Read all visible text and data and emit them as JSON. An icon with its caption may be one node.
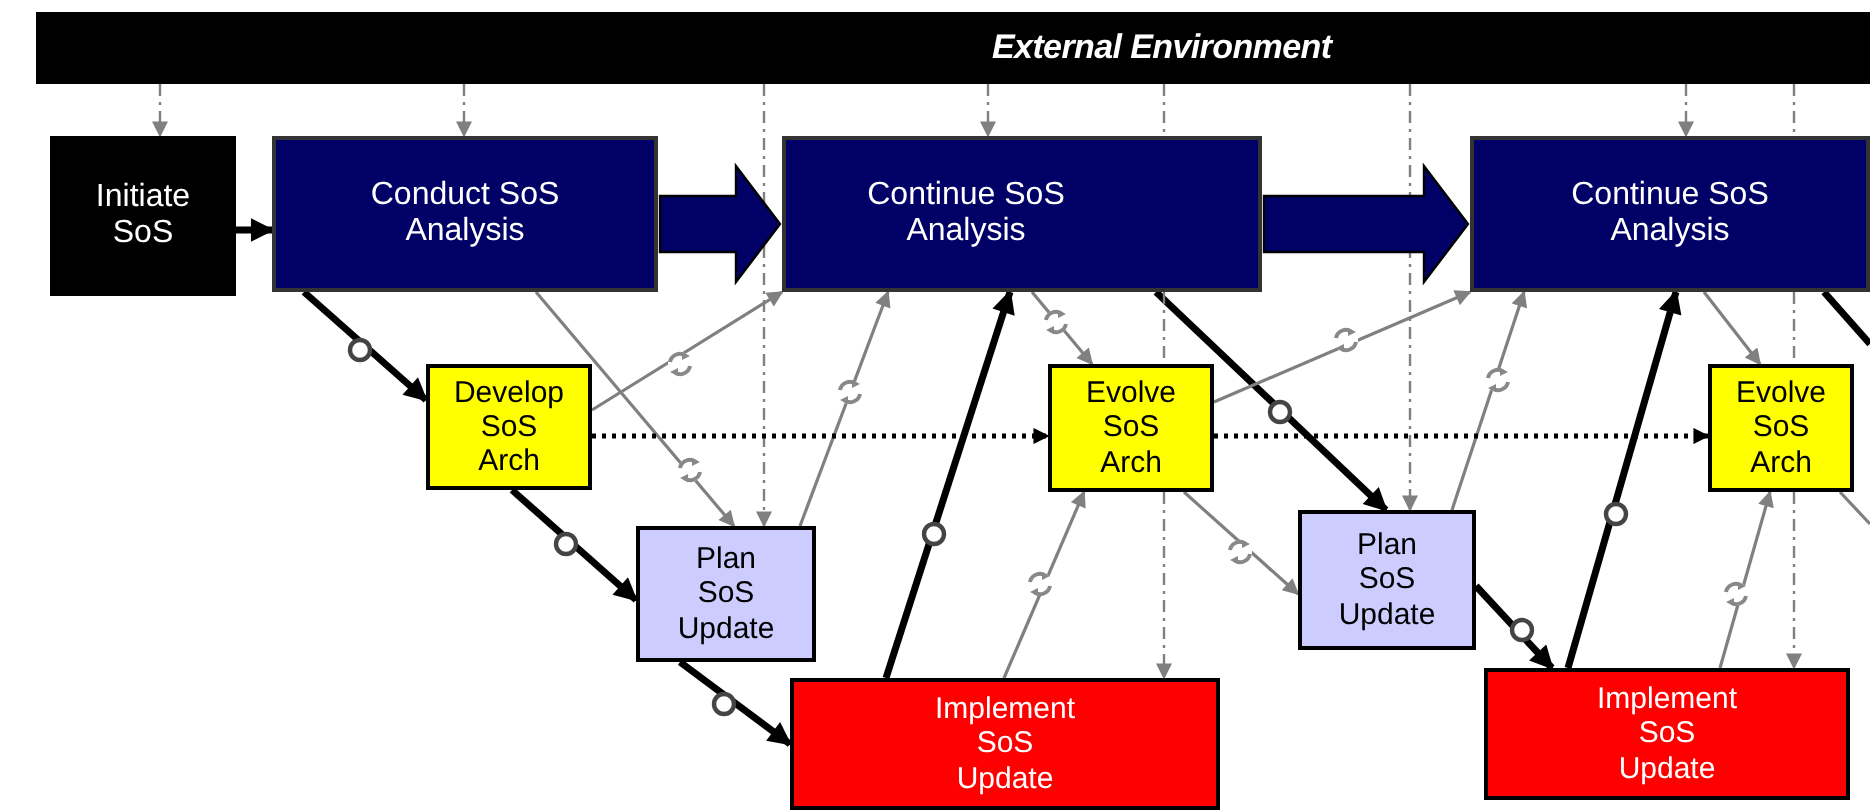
{
  "diagram": {
    "nodes": [
      {
        "text": [
          "External Environment"
        ]
      },
      {
        "text": [
          "Initiate SoS"
        ]
      },
      {
        "text": [
          "Conduct SoS Analysis"
        ]
      },
      {
        "text": [
          "Continue SoS Analysis"
        ]
      },
      {
        "text": [
          "Continue SoS Analysis"
        ]
      },
      {
        "text": [
          "Develop SoS Arch"
        ]
      },
      {
        "text": [
          "Plan SoS Update"
        ]
      },
      {
        "text": [
          "Implement SoS Update"
        ]
      },
      {
        "text": [
          "Evolve SoS Arch"
        ]
      },
      {
        "text": [
          "Plan SoS Update"
        ]
      },
      {
        "text": [
          "Implement SoS Update"
        ]
      },
      {
        "text": [
          "Evolve SoS Arch"
        ]
      }
    ],
    "edges": [
      {
        "from": 0,
        "to": 1,
        "arrow": "to",
        "style": "dashed"
      },
      {
        "from": 0,
        "to": 2,
        "arrow": "to",
        "style": "dashed"
      },
      {
        "from": 0,
        "to": 3,
        "arrow": "to",
        "style": "dashed"
      },
      {
        "from": 0,
        "to": 4,
        "arrow": "to",
        "style": "dashed"
      },
      {
        "from": 0,
        "to": 6,
        "arrow": "to",
        "style": "dashed"
      },
      {
        "from": 0,
        "to": 3,
        "arrow": "none",
        "style": "dashed"
      },
      {
        "from": 0,
        "to": 9,
        "arrow": "to",
        "style": "dashed"
      },
      {
        "from": 0,
        "to": 4,
        "arrow": "none",
        "style": "dashed"
      },
      {
        "from": 1,
        "to": 2,
        "arrow": "to",
        "style": "thick",
        "color": "#000000"
      },
      {
        "from": 2,
        "to": 5,
        "arrow": "to",
        "style": "thick",
        "color": "#000000"
      },
      {
        "from": 5,
        "to": 6,
        "arrow": "to",
        "style": "thick",
        "color": "#000000"
      },
      {
        "from": 6,
        "to": 7,
        "arrow": "to",
        "style": "thick",
        "color": "#000000"
      },
      {
        "from": 7,
        "to": 3,
        "arrow": "to",
        "style": "thick",
        "color": "#000000"
      },
      {
        "from": 3,
        "to": 9,
        "arrow": "to",
        "style": "thick",
        "color": "#000000"
      },
      {
        "from": 9,
        "to": 10,
        "arrow": "to",
        "style": "thick",
        "color": "#000000"
      },
      {
        "from": 10,
        "to": 4,
        "arrow": "to",
        "style": "thick",
        "color": "#000000"
      },
      {
        "from": 4,
        "to": null,
        "arrow": "none",
        "style": "thick",
        "color": "#000000"
      },
      {
        "from": 5,
        "to": 3,
        "arrow": "to"
      },
      {
        "from": 2,
        "to": 6,
        "arrow": "to"
      },
      {
        "from": 6,
        "to": 3,
        "arrow": "to"
      },
      {
        "from": 3,
        "to": 8,
        "arrow": "to"
      },
      {
        "from": 8,
        "to": 4,
        "arrow": "to"
      },
      {
        "from": 7,
        "to": 8,
        "arrow": "to"
      },
      {
        "from": 8,
        "to": 9,
        "arrow": "to"
      },
      {
        "from": 9,
        "to": 4,
        "arrow": "to"
      },
      {
        "from": 10,
        "to": 11,
        "arrow": "to"
      },
      {
        "from": 4,
        "to": 11,
        "arrow": "to"
      },
      {
        "from": 11,
        "to": null,
        "arrow": "none"
      },
      {
        "from": 5,
        "to": 8,
        "arrow": "to",
        "style": "dashed",
        "color": "#000000"
      },
      {
        "from": 8,
        "to": 11,
        "arrow": "to",
        "style": "dashed",
        "color": "#000000"
      },
      {
        "from": 2,
        "to": 3,
        "arrow": "to",
        "style": "thick",
        "color": "#000066"
      },
      {
        "from": 3,
        "to": 4,
        "arrow": "to",
        "style": "thick",
        "color": "#000066"
      },
      {
        "from": 3,
        "to": 8,
        "arrow": "none",
        "style": "dashed"
      },
      {
        "from": 8,
        "to": 7,
        "arrow": "to",
        "style": "dashed"
      },
      {
        "from": 4,
        "to": 11,
        "arrow": "none",
        "style": "dashed"
      },
      {
        "from": 11,
        "to": 10,
        "arrow": "to",
        "style": "dashed"
      }
    ]
  }
}
